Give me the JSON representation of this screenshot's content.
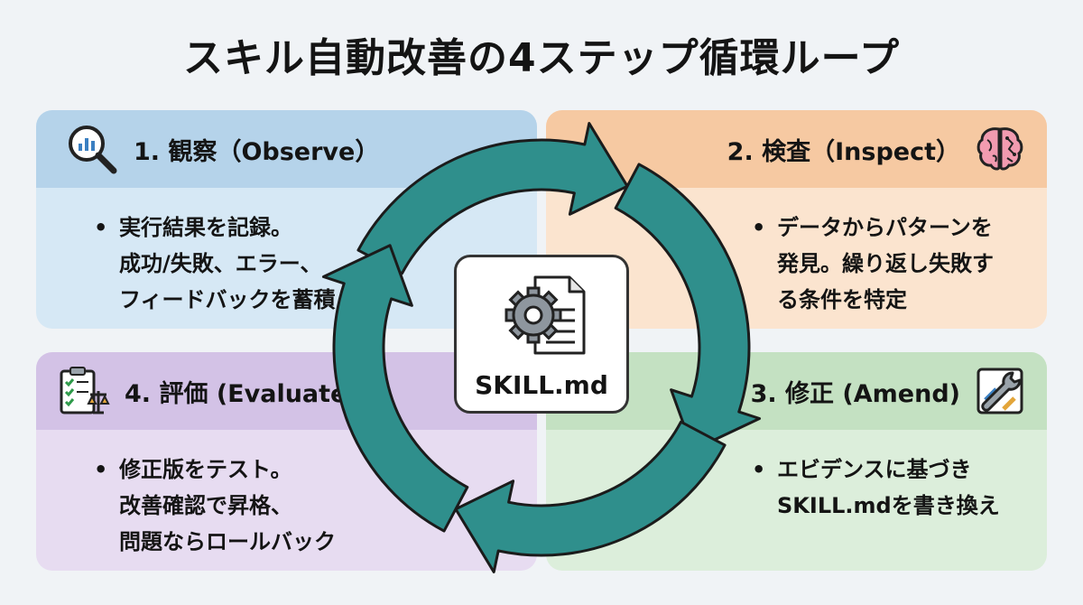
{
  "title": "スキル自動改善の4ステップ循環ループ",
  "colors": {
    "arrow": "#2f8f8c",
    "arrow_outline": "#1b1b1b",
    "observe": "#b5d3ea",
    "inspect": "#f6c9a2",
    "amend": "#c4e1c2",
    "evaluate": "#d3c2e6"
  },
  "center": {
    "label": "SKILL.md",
    "icon": "gear-document-icon"
  },
  "steps": {
    "observe": {
      "heading": "1. 観察（Observe）",
      "icon": "magnifier-chart-icon",
      "lines": [
        "実行結果を記録。",
        "成功/失敗、エラー、",
        "フィードバックを蓄積"
      ]
    },
    "inspect": {
      "heading": "2. 検査（Inspect）",
      "icon": "brain-icon",
      "lines": [
        "データからパターンを",
        "発見。繰り返し失敗す",
        "る条件を特定"
      ]
    },
    "amend": {
      "heading": "3. 修正 (Amend)",
      "icon": "wrench-icon",
      "lines": [
        "エビデンスに基づき",
        "SKILL.mdを書き換え"
      ]
    },
    "evaluate": {
      "heading": "4. 評価 (Evaluate)",
      "icon": "checklist-scale-icon",
      "lines": [
        "修正版をテスト。",
        "改善確認で昇格、",
        "問題ならロールバック"
      ]
    }
  }
}
